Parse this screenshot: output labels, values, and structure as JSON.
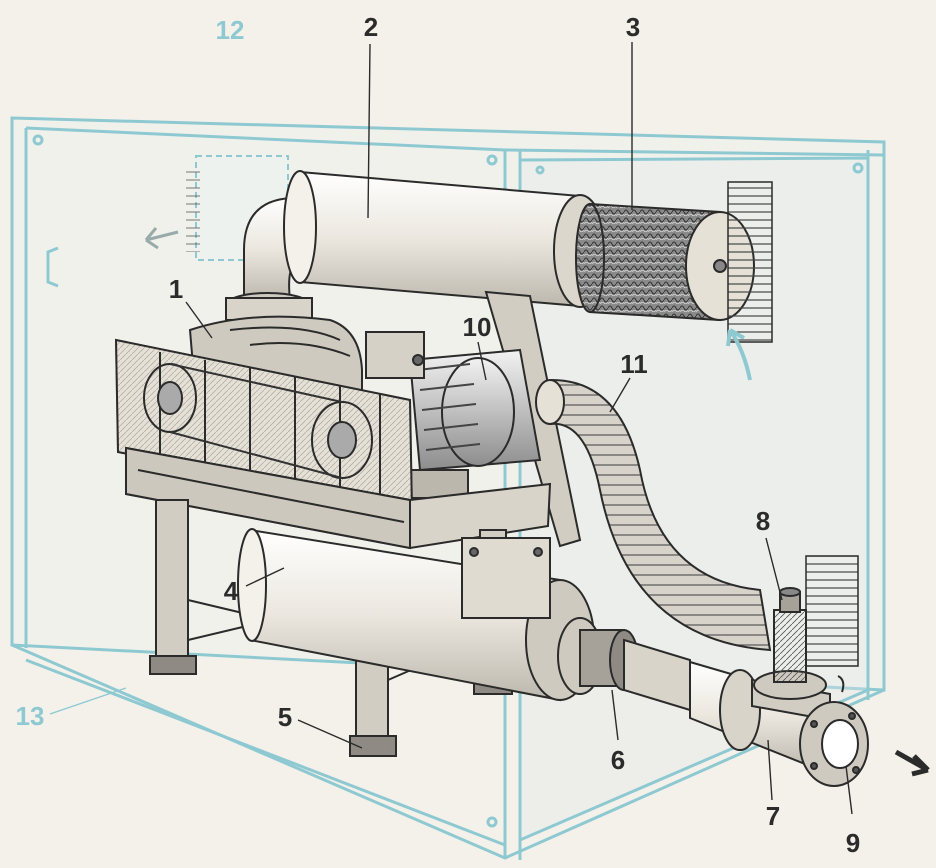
{
  "diagram": {
    "callouts": [
      {
        "id": "c1",
        "text": "1"
      },
      {
        "id": "c2",
        "text": "2"
      },
      {
        "id": "c3",
        "text": "3"
      },
      {
        "id": "c4",
        "text": "4"
      },
      {
        "id": "c5",
        "text": "5"
      },
      {
        "id": "c6",
        "text": "6"
      },
      {
        "id": "c7",
        "text": "7"
      },
      {
        "id": "c8",
        "text": "8"
      },
      {
        "id": "c9",
        "text": "9"
      },
      {
        "id": "c10",
        "text": "10"
      },
      {
        "id": "c11",
        "text": "11"
      },
      {
        "id": "c12",
        "text": "12"
      },
      {
        "id": "c13",
        "text": "13"
      }
    ],
    "colors": {
      "background": "#f4f1ea",
      "enclosure": "#8ec9d2",
      "ink": "#2b2b2b",
      "panel": "#e6e1d6",
      "metal": "#cfcac0",
      "dark_metal": "#6b6b6b"
    },
    "icons": [
      "airflow-arrow-icon",
      "outlet-arrow-icon"
    ]
  }
}
